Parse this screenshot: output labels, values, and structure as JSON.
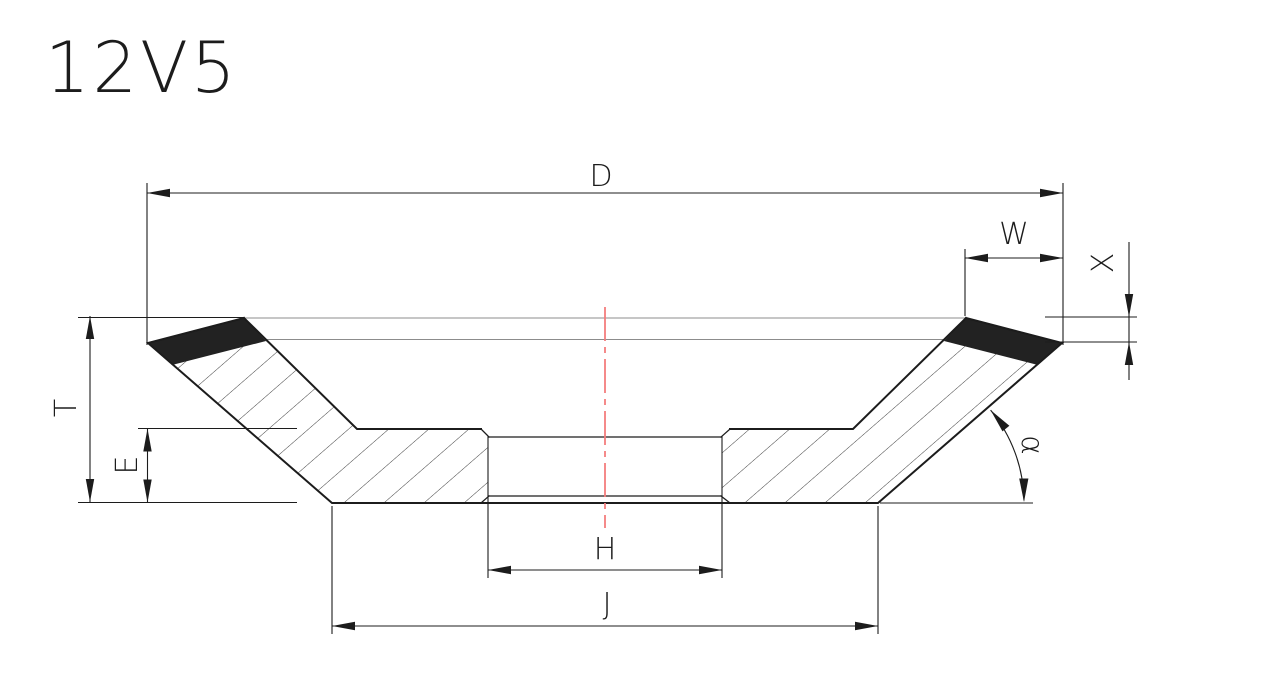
{
  "title": "12V5",
  "drawing": {
    "labels": {
      "D": "D",
      "W": "W",
      "X": "X",
      "T": "T",
      "E": "E",
      "H": "H",
      "J": "J",
      "alpha": "α"
    },
    "colors": {
      "line": "#1c1c1c",
      "thin_line": "#8c8c8c",
      "hatch": "#3f3f3f",
      "centerline": "#f47d7d",
      "abrasive": "#222222",
      "background": "#ffffff"
    }
  }
}
